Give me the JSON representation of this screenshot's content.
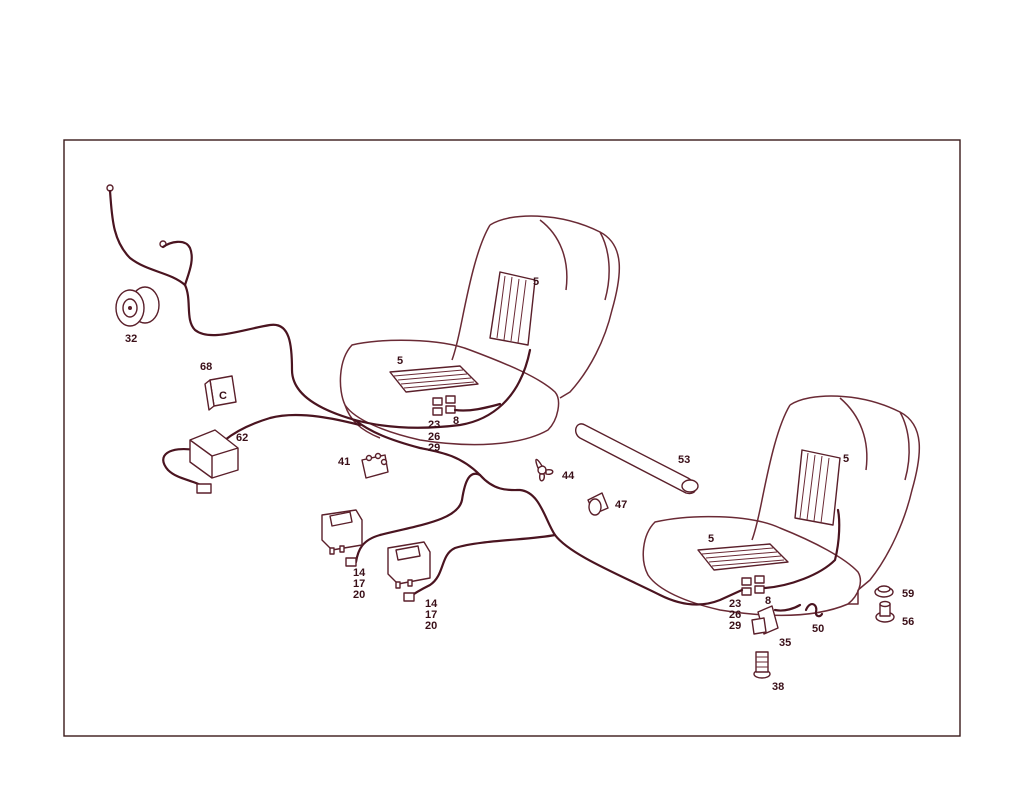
{
  "colors": {
    "line": "#4a1420",
    "background": "#ffffff"
  },
  "labels": {
    "part_5_backrest_left": "5",
    "part_5_cushion_left": "5",
    "part_5_backrest_right": "5",
    "part_5_cushion_right": "5",
    "part_8_left": "8",
    "part_8_right": "8",
    "part_23_left": "23",
    "part_26_left": "26",
    "part_29_left": "29",
    "part_23_right": "23",
    "part_26_right": "26",
    "part_29_right": "29",
    "part_32": "32",
    "part_68": "68",
    "part_62": "62",
    "part_41": "41",
    "part_44": "44",
    "part_53": "53",
    "part_47": "47",
    "part_14_a": "14",
    "part_17_a": "17",
    "part_20_a": "20",
    "part_14_b": "14",
    "part_17_b": "17",
    "part_20_b": "20",
    "part_59": "59",
    "part_56": "56",
    "part_50": "50",
    "part_35": "35",
    "part_38": "38"
  }
}
